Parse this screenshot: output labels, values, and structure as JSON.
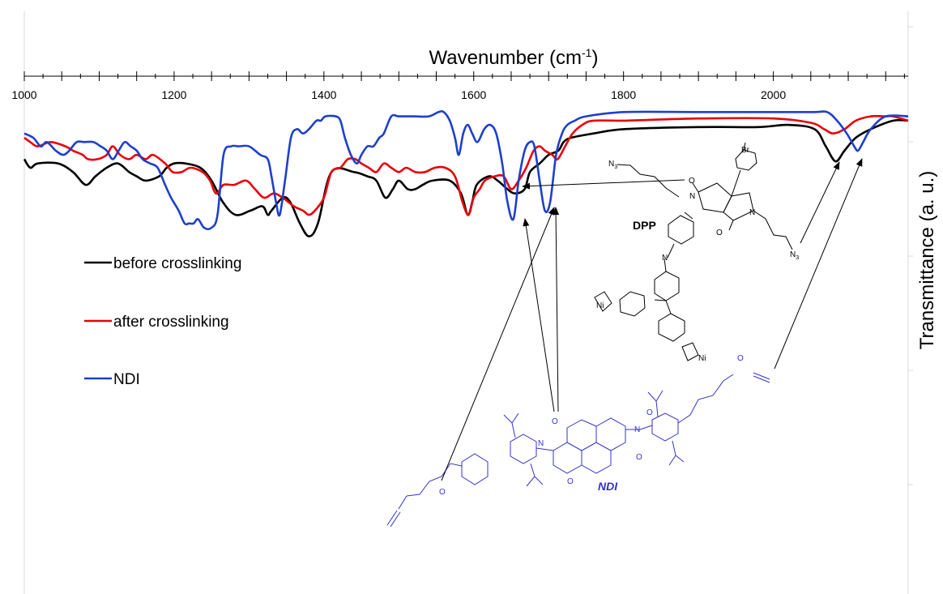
{
  "chart_data": {
    "type": "line",
    "title": "",
    "xlabel": "Wavenumber (cm",
    "xlabel_sup": "-1",
    "xlabel_tail": ")",
    "ylabel": "Transmittance (a. u.)",
    "x_axis_position": "top",
    "xlim": [
      1000,
      2180
    ],
    "ylim": [
      0,
      100
    ],
    "x_ticks": [
      1000,
      1200,
      1400,
      1600,
      1800,
      2000
    ],
    "grid": false,
    "legend_position": "left-middle",
    "series": [
      {
        "name": "before crosslinking",
        "color": "#000000",
        "points": [
          [
            1000,
            73
          ],
          [
            1008,
            71
          ],
          [
            1018,
            72
          ],
          [
            1045,
            72
          ],
          [
            1065,
            70
          ],
          [
            1082,
            67
          ],
          [
            1095,
            69
          ],
          [
            1110,
            71
          ],
          [
            1125,
            72
          ],
          [
            1140,
            70
          ],
          [
            1150,
            69
          ],
          [
            1162,
            68
          ],
          [
            1180,
            69
          ],
          [
            1190,
            71
          ],
          [
            1200,
            72
          ],
          [
            1215,
            72
          ],
          [
            1235,
            71
          ],
          [
            1250,
            68
          ],
          [
            1265,
            63
          ],
          [
            1282,
            60
          ],
          [
            1302,
            61
          ],
          [
            1318,
            62
          ],
          [
            1325,
            60
          ],
          [
            1330,
            61
          ],
          [
            1345,
            64
          ],
          [
            1355,
            63
          ],
          [
            1368,
            58
          ],
          [
            1380,
            55
          ],
          [
            1392,
            58
          ],
          [
            1410,
            70
          ],
          [
            1440,
            70
          ],
          [
            1458,
            69
          ],
          [
            1470,
            68
          ],
          [
            1482,
            64
          ],
          [
            1492,
            66
          ],
          [
            1500,
            68
          ],
          [
            1512,
            66
          ],
          [
            1522,
            66
          ],
          [
            1532,
            67
          ],
          [
            1545,
            68
          ],
          [
            1568,
            68
          ],
          [
            1583,
            65
          ],
          [
            1592,
            60
          ],
          [
            1598,
            63
          ],
          [
            1604,
            67
          ],
          [
            1620,
            69
          ],
          [
            1632,
            68
          ],
          [
            1645,
            66
          ],
          [
            1655,
            65
          ],
          [
            1668,
            66
          ],
          [
            1675,
            70
          ],
          [
            1688,
            72
          ],
          [
            1700,
            74
          ],
          [
            1713,
            75
          ],
          [
            1720,
            77
          ],
          [
            1730,
            78
          ],
          [
            1760,
            79
          ],
          [
            1800,
            80
          ],
          [
            1900,
            80.5
          ],
          [
            1980,
            80.5
          ],
          [
            2020,
            81
          ],
          [
            2055,
            80
          ],
          [
            2070,
            76
          ],
          [
            2083,
            72.5
          ],
          [
            2095,
            75
          ],
          [
            2110,
            78
          ],
          [
            2130,
            80
          ],
          [
            2160,
            82
          ],
          [
            2180,
            82
          ]
        ]
      },
      {
        "name": "after crosslinking",
        "color": "#e8000b",
        "points": [
          [
            1000,
            78
          ],
          [
            1008,
            77
          ],
          [
            1018,
            76
          ],
          [
            1035,
            77
          ],
          [
            1055,
            76
          ],
          [
            1065,
            75
          ],
          [
            1078,
            74
          ],
          [
            1085,
            73
          ],
          [
            1098,
            73
          ],
          [
            1110,
            74
          ],
          [
            1118,
            76
          ],
          [
            1128,
            74
          ],
          [
            1140,
            73
          ],
          [
            1150,
            74
          ],
          [
            1162,
            73
          ],
          [
            1172,
            74
          ],
          [
            1188,
            72
          ],
          [
            1198,
            70
          ],
          [
            1210,
            70
          ],
          [
            1222,
            71
          ],
          [
            1238,
            70
          ],
          [
            1248,
            68
          ],
          [
            1256,
            65
          ],
          [
            1266,
            67
          ],
          [
            1280,
            67
          ],
          [
            1296,
            68
          ],
          [
            1308,
            66
          ],
          [
            1320,
            64
          ],
          [
            1333,
            65
          ],
          [
            1345,
            64
          ],
          [
            1360,
            62
          ],
          [
            1372,
            61
          ],
          [
            1380,
            60
          ],
          [
            1388,
            61
          ],
          [
            1400,
            64
          ],
          [
            1410,
            70
          ],
          [
            1422,
            71
          ],
          [
            1432,
            73
          ],
          [
            1442,
            73
          ],
          [
            1450,
            72
          ],
          [
            1460,
            71
          ],
          [
            1470,
            70
          ],
          [
            1480,
            72
          ],
          [
            1490,
            71
          ],
          [
            1500,
            70
          ],
          [
            1510,
            71
          ],
          [
            1522,
            70
          ],
          [
            1535,
            70
          ],
          [
            1548,
            71
          ],
          [
            1562,
            71
          ],
          [
            1575,
            69
          ],
          [
            1585,
            63
          ],
          [
            1593,
            60
          ],
          [
            1600,
            64
          ],
          [
            1608,
            66
          ],
          [
            1615,
            68
          ],
          [
            1628,
            69
          ],
          [
            1640,
            69
          ],
          [
            1650,
            66
          ],
          [
            1660,
            68
          ],
          [
            1670,
            71
          ],
          [
            1680,
            75
          ],
          [
            1688,
            76
          ],
          [
            1695,
            75
          ],
          [
            1705,
            74
          ],
          [
            1712,
            73
          ],
          [
            1722,
            76
          ],
          [
            1732,
            79
          ],
          [
            1745,
            81
          ],
          [
            1760,
            82
          ],
          [
            1800,
            82
          ],
          [
            1900,
            82.5
          ],
          [
            2000,
            82.5
          ],
          [
            2050,
            81.5
          ],
          [
            2068,
            80
          ],
          [
            2080,
            79
          ],
          [
            2095,
            80
          ],
          [
            2110,
            82
          ],
          [
            2130,
            83
          ],
          [
            2150,
            83
          ],
          [
            2160,
            83
          ],
          [
            2180,
            82
          ]
        ]
      },
      {
        "name": "NDI",
        "color": "#1e3fcc",
        "points": [
          [
            1000,
            79
          ],
          [
            1012,
            78
          ],
          [
            1022,
            76
          ],
          [
            1030,
            77
          ],
          [
            1042,
            75
          ],
          [
            1052,
            74
          ],
          [
            1060,
            75
          ],
          [
            1070,
            77
          ],
          [
            1080,
            77
          ],
          [
            1092,
            77
          ],
          [
            1102,
            76
          ],
          [
            1110,
            75
          ],
          [
            1118,
            73
          ],
          [
            1126,
            75
          ],
          [
            1134,
            77
          ],
          [
            1142,
            76
          ],
          [
            1150,
            75
          ],
          [
            1158,
            73
          ],
          [
            1168,
            72
          ],
          [
            1178,
            71
          ],
          [
            1188,
            67
          ],
          [
            1196,
            64
          ],
          [
            1206,
            61
          ],
          [
            1214,
            58
          ],
          [
            1220,
            58
          ],
          [
            1226,
            58
          ],
          [
            1232,
            59
          ],
          [
            1240,
            57
          ],
          [
            1250,
            57
          ],
          [
            1258,
            60
          ],
          [
            1266,
            74
          ],
          [
            1276,
            76
          ],
          [
            1286,
            76
          ],
          [
            1300,
            76
          ],
          [
            1315,
            74
          ],
          [
            1325,
            73
          ],
          [
            1330,
            69
          ],
          [
            1336,
            63
          ],
          [
            1341,
            60
          ],
          [
            1348,
            68
          ],
          [
            1356,
            78
          ],
          [
            1364,
            80
          ],
          [
            1372,
            79
          ],
          [
            1380,
            80
          ],
          [
            1390,
            82
          ],
          [
            1396,
            82
          ],
          [
            1402,
            83
          ],
          [
            1416,
            83
          ],
          [
            1422,
            82
          ],
          [
            1428,
            78
          ],
          [
            1436,
            74
          ],
          [
            1444,
            72
          ],
          [
            1450,
            74
          ],
          [
            1458,
            76
          ],
          [
            1466,
            76
          ],
          [
            1474,
            78
          ],
          [
            1480,
            79
          ],
          [
            1490,
            83
          ],
          [
            1500,
            83
          ],
          [
            1520,
            83
          ],
          [
            1540,
            83
          ],
          [
            1553,
            84
          ],
          [
            1560,
            84
          ],
          [
            1568,
            82
          ],
          [
            1575,
            78
          ],
          [
            1580,
            74
          ],
          [
            1586,
            79
          ],
          [
            1592,
            81
          ],
          [
            1598,
            79
          ],
          [
            1605,
            77
          ],
          [
            1614,
            80
          ],
          [
            1622,
            81
          ],
          [
            1630,
            79
          ],
          [
            1638,
            72
          ],
          [
            1645,
            63
          ],
          [
            1653,
            59
          ],
          [
            1660,
            68
          ],
          [
            1668,
            75
          ],
          [
            1675,
            77
          ],
          [
            1681,
            76
          ],
          [
            1688,
            68
          ],
          [
            1695,
            61
          ],
          [
            1702,
            63
          ],
          [
            1710,
            74
          ],
          [
            1718,
            79
          ],
          [
            1725,
            81
          ],
          [
            1735,
            82
          ],
          [
            1750,
            83
          ],
          [
            1800,
            84
          ],
          [
            1900,
            84
          ],
          [
            2000,
            84
          ],
          [
            2055,
            84
          ],
          [
            2072,
            84
          ],
          [
            2085,
            82
          ],
          [
            2098,
            79
          ],
          [
            2108,
            76
          ],
          [
            2113,
            75
          ],
          [
            2120,
            77
          ],
          [
            2130,
            80
          ],
          [
            2150,
            83
          ],
          [
            2180,
            83
          ]
        ]
      }
    ]
  },
  "legend": {
    "items": [
      {
        "label": "before crosslinking",
        "color": "#000000"
      },
      {
        "label": "after crosslinking",
        "color": "#e8000b"
      },
      {
        "label": "NDI",
        "color": "#1e3fcc"
      }
    ]
  },
  "molecules": {
    "dpp": {
      "name": "DPP",
      "color": "#000000",
      "atoms": {
        "oxygen": "O",
        "nitrogen": "N",
        "bromine": "Br",
        "nickel": "Ni",
        "azide": "N",
        "azide_sub": "3"
      }
    },
    "ndi": {
      "name": "NDI",
      "color": "#3333cc",
      "atoms": {
        "oxygen": "O",
        "nitrogen": "N"
      }
    }
  }
}
